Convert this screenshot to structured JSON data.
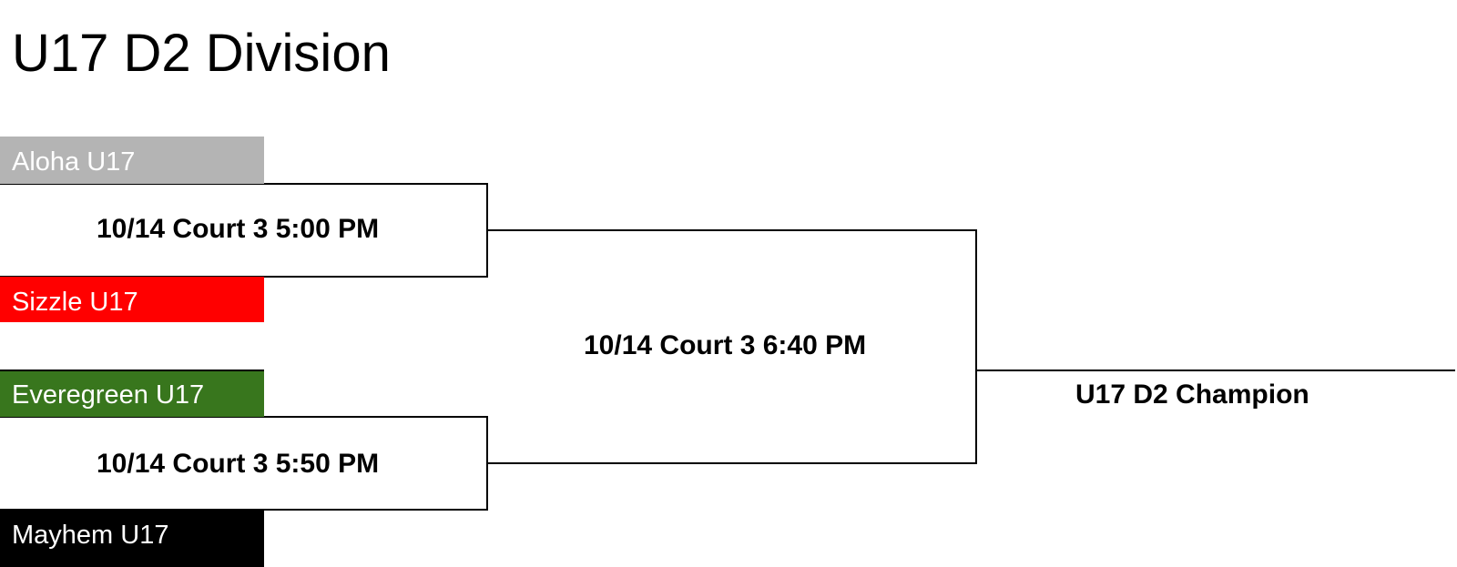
{
  "title": "U17 D2 Division",
  "round1": [
    {
      "game": "10/14 Court 3 5:00 PM",
      "top_team": {
        "name": "Aloha U17",
        "color": "#b4b4b4"
      },
      "bottom_team": {
        "name": "Sizzle U17",
        "color": "#ff0000"
      }
    },
    {
      "game": "10/14 Court 3 5:50 PM",
      "top_team": {
        "name": "Everegreen U17",
        "color": "#38761d"
      },
      "bottom_team": {
        "name": "Mayhem U17",
        "color": "#000000"
      }
    }
  ],
  "final": {
    "game": "10/14 Court 3 6:40 PM"
  },
  "champion_label": "U17 D2 Champion"
}
